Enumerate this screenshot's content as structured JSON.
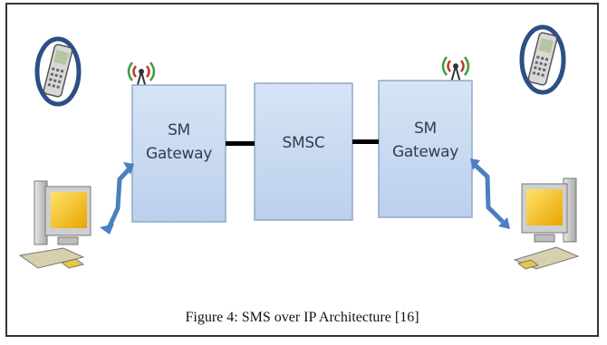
{
  "diagram": {
    "left_gateway": {
      "line1": "SM",
      "line2": "Gateway"
    },
    "center_node": {
      "label": "SMSC"
    },
    "right_gateway": {
      "line1": "SM",
      "line2": "Gateway"
    }
  },
  "caption": "Figure 4: SMS over IP Architecture [16]",
  "colors": {
    "box_fill": "#c9daf1",
    "box_border": "#8fa8cc",
    "arrow": "#4a7fc1",
    "connector": "#000000",
    "antenna_waves_red": "#c0392b",
    "antenna_waves_green": "#3f9e3f"
  },
  "icons": [
    "mobile-phone-icon",
    "antenna-icon",
    "desktop-computer-icon",
    "double-arrow-icon"
  ]
}
